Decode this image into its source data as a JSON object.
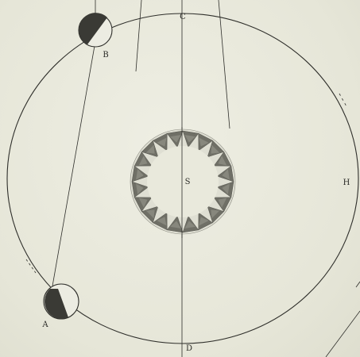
{
  "figure": {
    "labels": {
      "c": "C",
      "b": "B",
      "s": "S",
      "h": "H",
      "a": "A",
      "d": "D"
    }
  },
  "colors": {
    "ink": "#2e2e2a",
    "planet_shadow": "#3a3a35",
    "sun_ray": "#6f6f66",
    "paper": "#e9e9dc"
  }
}
